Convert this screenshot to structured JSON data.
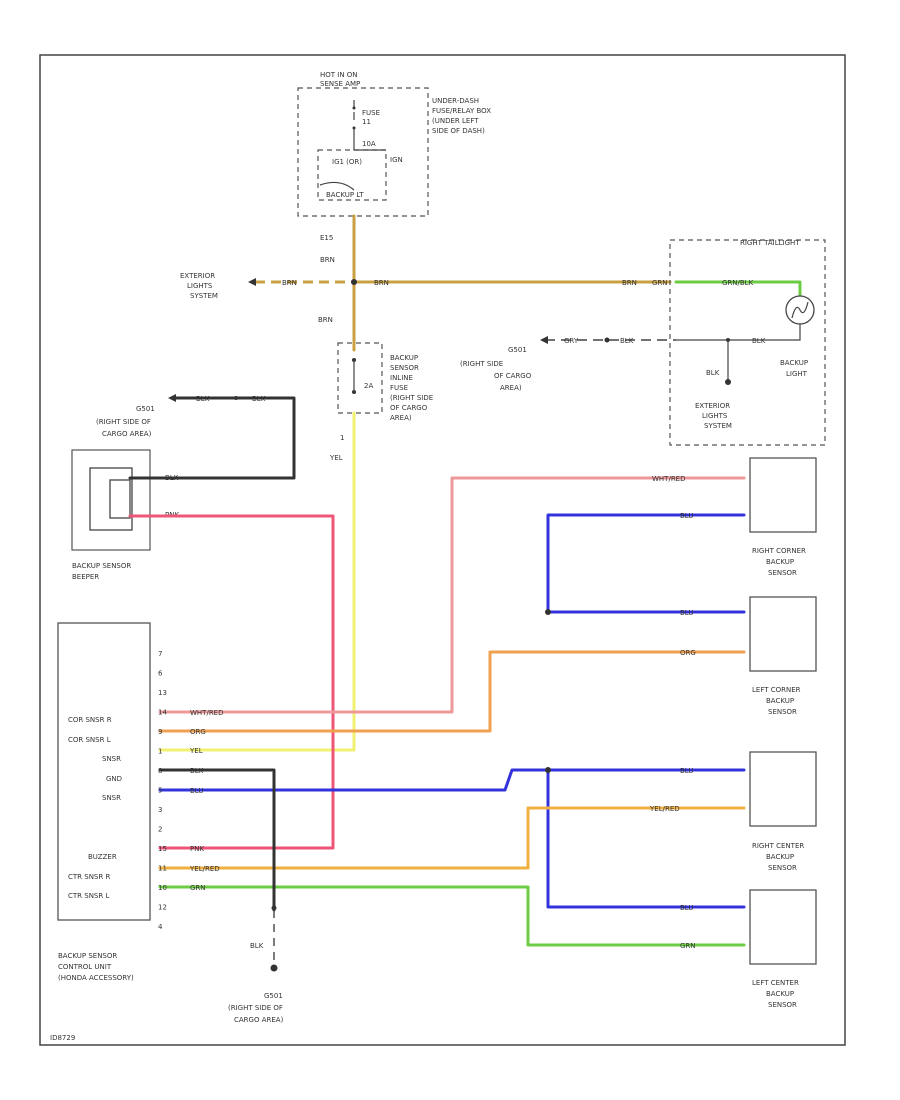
{
  "title": "",
  "colors": {
    "brn": "#c8a040",
    "grn": "#6ccc44",
    "pnk": "#ee5577",
    "wht_red": "#ee9999",
    "blu": "#3333dd",
    "org": "#f0a050",
    "yel": "#f2f070",
    "yel_red": "#f0b040",
    "blk": "#333333"
  },
  "power": {
    "hot_label": "HOT IN ON",
    "hot_label2": "SENSE AMP",
    "fuse_box_1": "UNDER-DASH",
    "fuse_box_2": "FUSE/RELAY BOX",
    "fuse_box_3": "(UNDER LEFT",
    "fuse_box_4": "SIDE OF DASH)",
    "fuse_label": "FUSE",
    "fuse_num": "11",
    "fuse_amps": "10A",
    "relay_label": "IGN",
    "ign_label": "IG1 (OR)",
    "backup_lt": "BACKUP LT"
  },
  "splice": {
    "e15": "E15",
    "brn_top": "BRN",
    "brn_left": "BRN",
    "brn_mid": "BRN",
    "brn_right": "BRN",
    "brn_down": "BRN"
  },
  "exterior_left": {
    "l1": "EXTERIOR",
    "l2": "LIGHTS",
    "l3": "SYSTEM"
  },
  "inline_fuse": {
    "num": "1",
    "amp": "2A",
    "l1": "BACKUP",
    "l2": "SENSOR",
    "l3": "INLINE",
    "l4": "FUSE",
    "l5": "(RIGHT SIDE",
    "l6": "OF CARGO",
    "l7": "AREA)",
    "yel": "YEL"
  },
  "taillight": {
    "title": "RIGHT TAILLIGHT",
    "grnblk": "GRN/BLK",
    "wire_in": "GRN",
    "blk": "BLK",
    "blk2": "BLK",
    "l1": "BACKUP",
    "l2": "LIGHT",
    "ext1": "EXTERIOR",
    "ext2": "LIGHTS",
    "ext3": "SYSTEM",
    "g_wire1": "GRY",
    "g_wire2": "BLK"
  },
  "g_right": {
    "id": "G501",
    "l1": "(RIGHT SIDE",
    "l2": "OF CARGO",
    "l3": "AREA)"
  },
  "g_left_top": {
    "id": "G501",
    "l1": "(RIGHT SIDE OF",
    "l2": "CARGO AREA)",
    "w1": "BLK",
    "w2": "BLK"
  },
  "beeper": {
    "l1": "BACKUP SENSOR",
    "l2": "BEEPER",
    "w_blk": "BLK",
    "w_pnk": "PNK"
  },
  "sensors": {
    "rc1": "RIGHT CORNER",
    "rc2": "BACKUP",
    "rc3": "SENSOR",
    "lc1": "LEFT CORNER",
    "lc2": "BACKUP",
    "lc3": "SENSOR",
    "rce1": "RIGHT CENTER",
    "rce2": "BACKUP",
    "rce3": "SENSOR",
    "lce1": "LEFT CENTER",
    "lce2": "BACKUP",
    "lce3": "SENSOR",
    "w_whtred": "WHT/RED",
    "w_blu1": "BLU",
    "w_blu2": "BLU",
    "w_org": "ORG",
    "w_blu3": "BLU",
    "w_yelred": "YEL/RED",
    "w_blu4": "BLU",
    "w_grn": "GRN"
  },
  "control_unit": {
    "pins": [
      "7",
      "6",
      "13",
      "14",
      "9",
      "1",
      "8",
      "5",
      "3",
      "2",
      "15",
      "11",
      "10",
      "12",
      "4"
    ],
    "p_cor_r": "COR SNSR R",
    "p_cor_l": "COR SNSR L",
    "p_snsr": "SNSR",
    "p_gnd": "GND",
    "p_snsr2": "SNSR",
    "p_buzzer": "BUZZER",
    "p_ctr_r": "CTR SNSR R",
    "p_ctr_l": "CTR SNSR L",
    "w_whtred": "WHT/RED",
    "w_org": "ORG",
    "w_yel": "YEL",
    "w_blk": "BLK",
    "w_blu": "BLU",
    "w_pnk": "PNK",
    "w_yelred": "YEL/RED",
    "w_grn": "GRN",
    "l1": "BACKUP SENSOR",
    "l2": "CONTROL UNIT",
    "l3": "(HONDA ACCESSORY)"
  },
  "g_bottom": {
    "w": "BLK",
    "id": "G501",
    "l1": "(RIGHT SIDE OF",
    "l2": "CARGO AREA)"
  },
  "footer_code": "ID8729"
}
